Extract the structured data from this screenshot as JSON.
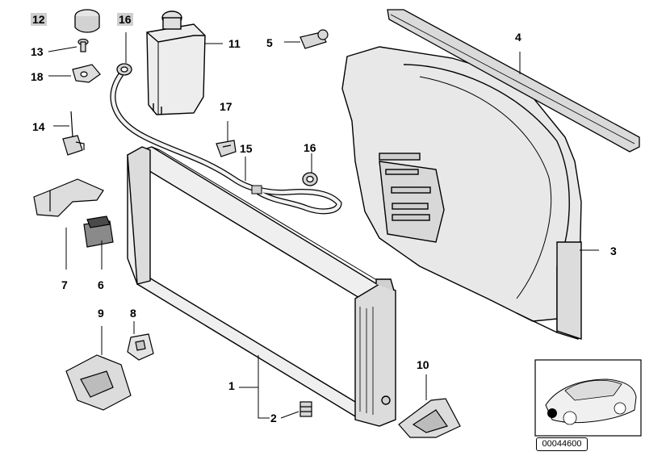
{
  "diagram": {
    "reference_id": "00044600",
    "callouts": {
      "c1": "1",
      "c2": "2",
      "c3": "3",
      "c4": "4",
      "c5": "5",
      "c6": "6",
      "c7": "7",
      "c8": "8",
      "c9": "9",
      "c10": "10",
      "c11": "11",
      "c12": "12",
      "c13": "13",
      "c14": "14",
      "c15": "15",
      "c16a": "16",
      "c16b": "16",
      "c17": "17",
      "c18": "18"
    },
    "highlighted_callouts": [
      "12",
      "16"
    ],
    "colors": {
      "line": "#000000",
      "part_fill": "#e6e6e6",
      "part_shade": "#bdbdbd",
      "highlight": "#cfcfcf",
      "background": "#ffffff"
    }
  }
}
